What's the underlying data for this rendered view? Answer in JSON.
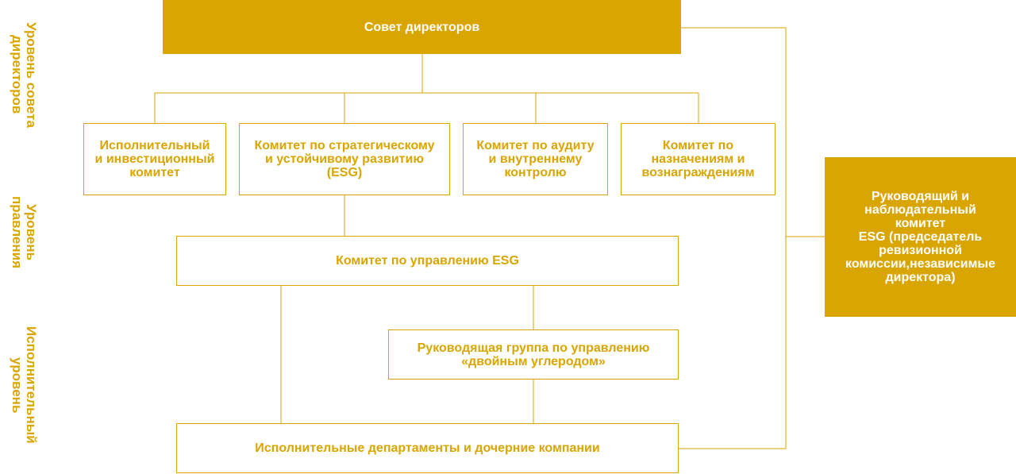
{
  "colors": {
    "accent": "#d9a500",
    "text_on_accent": "#ffffff"
  },
  "levels": {
    "board": "Уровень совета\nдиректоров",
    "management": "Уровень\nправления",
    "executive": "Исполнительный\nуровень"
  },
  "nodes": {
    "board": "Совет директоров",
    "exec_invest_committee": "Исполнительный\nи инвестиционный\nкомитет",
    "strategy_esg_committee": "Комитет по стратегическому\nи устойчивому развитию\n(ESG)",
    "audit_committee": "Комитет по аудиту\nи внутреннему\nконтролю",
    "nominations_committee": "Комитет по\nназначениям и\nвознаграждениям",
    "esg_management_committee": "Комитет по управлению ESG",
    "carbon_group": "Руководящая группа по управлению\n«двойным углеродом»",
    "departments": "Исполнительные департаменты и дочерние компании",
    "supervisory_committee": "Руководящий и\nнаблюдательный\nкомитет\nESG (председатель\nревизионной\nкомиссии,независимые\nдиректора)"
  }
}
